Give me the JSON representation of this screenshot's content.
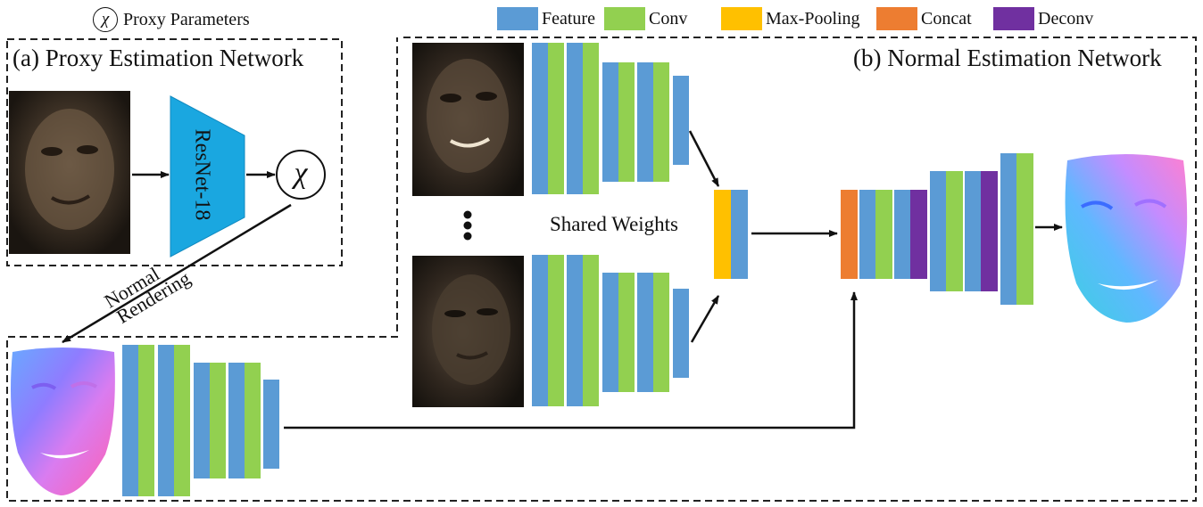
{
  "top_note": {
    "symbol": "χ",
    "text": "Proxy Parameters"
  },
  "legend": [
    {
      "id": "feature",
      "label": "Feature",
      "color": "#5b9bd5"
    },
    {
      "id": "conv",
      "label": "Conv",
      "color": "#92d050"
    },
    {
      "id": "maxpool",
      "label": "Max-Pooling",
      "color": "#ffc000"
    },
    {
      "id": "concat",
      "label": "Concat",
      "color": "#ed7d31"
    },
    {
      "id": "deconv",
      "label": "Deconv",
      "color": "#7030a0"
    }
  ],
  "panel_a": {
    "title": "(a) Proxy Estimation Network",
    "backbone_label": "ResNet-18",
    "backbone_color": "#1aa7e0",
    "output_symbol": "χ"
  },
  "panel_b": {
    "title": "(b) Normal Estimation Network",
    "shared_label": "Shared Weights",
    "ellipsis": "⋮"
  },
  "rendering_label": {
    "line1": "Normal",
    "line2": "Rendering"
  },
  "icons": {
    "input_face": "face-photo",
    "input_face_top": "face-photo",
    "input_face_bottom": "face-photo",
    "proxy_normal_map": "normal-map-face",
    "output_normal_map": "normal-map-face"
  }
}
